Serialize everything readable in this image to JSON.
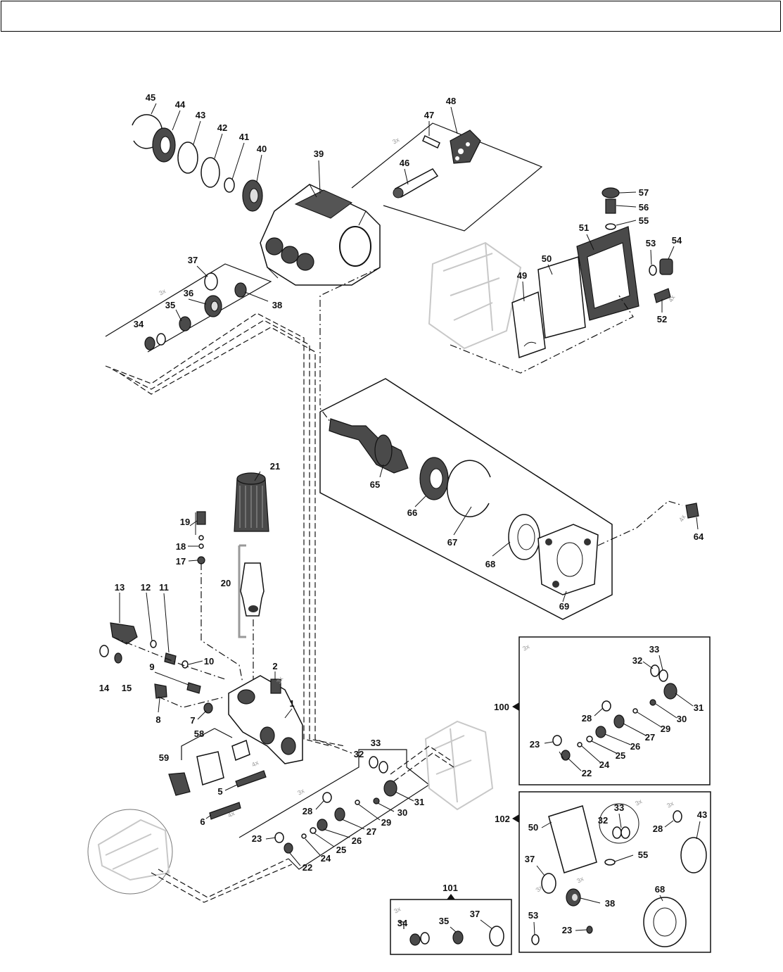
{
  "header": {
    "text": ""
  },
  "callouts": {
    "c1": "1",
    "c2": "2",
    "c5": "5",
    "c6": "6",
    "c7": "7",
    "c8": "8",
    "c9": "9",
    "c10": "10",
    "c11": "11",
    "c12": "12",
    "c13": "13",
    "c14": "14",
    "c15": "15",
    "c17": "17",
    "c18": "18",
    "c19": "19",
    "c20": "20",
    "c21": "21",
    "c22": "22",
    "c23": "23",
    "c24": "24",
    "c25": "25",
    "c26": "26",
    "c27": "27",
    "c28": "28",
    "c29": "29",
    "c30": "30",
    "c31": "31",
    "c32": "32",
    "c33": "33",
    "c34": "34",
    "c35": "35",
    "c36": "36",
    "c37": "37",
    "c38": "38",
    "c39": "39",
    "c40": "40",
    "c41": "41",
    "c42": "42",
    "c43": "43",
    "c44": "44",
    "c45": "45",
    "c46": "46",
    "c47": "47",
    "c48": "48",
    "c49": "49",
    "c50": "50",
    "c51": "51",
    "c52": "52",
    "c53": "53",
    "c54": "54",
    "c55": "55",
    "c56": "56",
    "c57": "57",
    "c58": "58",
    "c59": "59",
    "c64": "64",
    "c65": "65",
    "c66": "66",
    "c67": "67",
    "c68": "68",
    "c69": "69"
  },
  "kits": {
    "k100": {
      "label": "100",
      "c22": "22",
      "c23": "23",
      "c24": "24",
      "c25": "25",
      "c26": "26",
      "c27": "27",
      "c28": "28",
      "c29": "29",
      "c30": "30",
      "c31": "31",
      "c32": "32",
      "c33": "33"
    },
    "k101": {
      "label": "101",
      "c34": "34",
      "c35": "35",
      "c37": "37"
    },
    "k102": {
      "label": "102",
      "c23": "23",
      "c28": "28",
      "c32": "32",
      "c33": "33",
      "c37": "37",
      "c38": "38",
      "c43": "43",
      "c50": "50",
      "c53": "53",
      "c55": "55",
      "c68": "68"
    }
  },
  "quantities": {
    "q3x": "3x",
    "q4x": "4x"
  }
}
